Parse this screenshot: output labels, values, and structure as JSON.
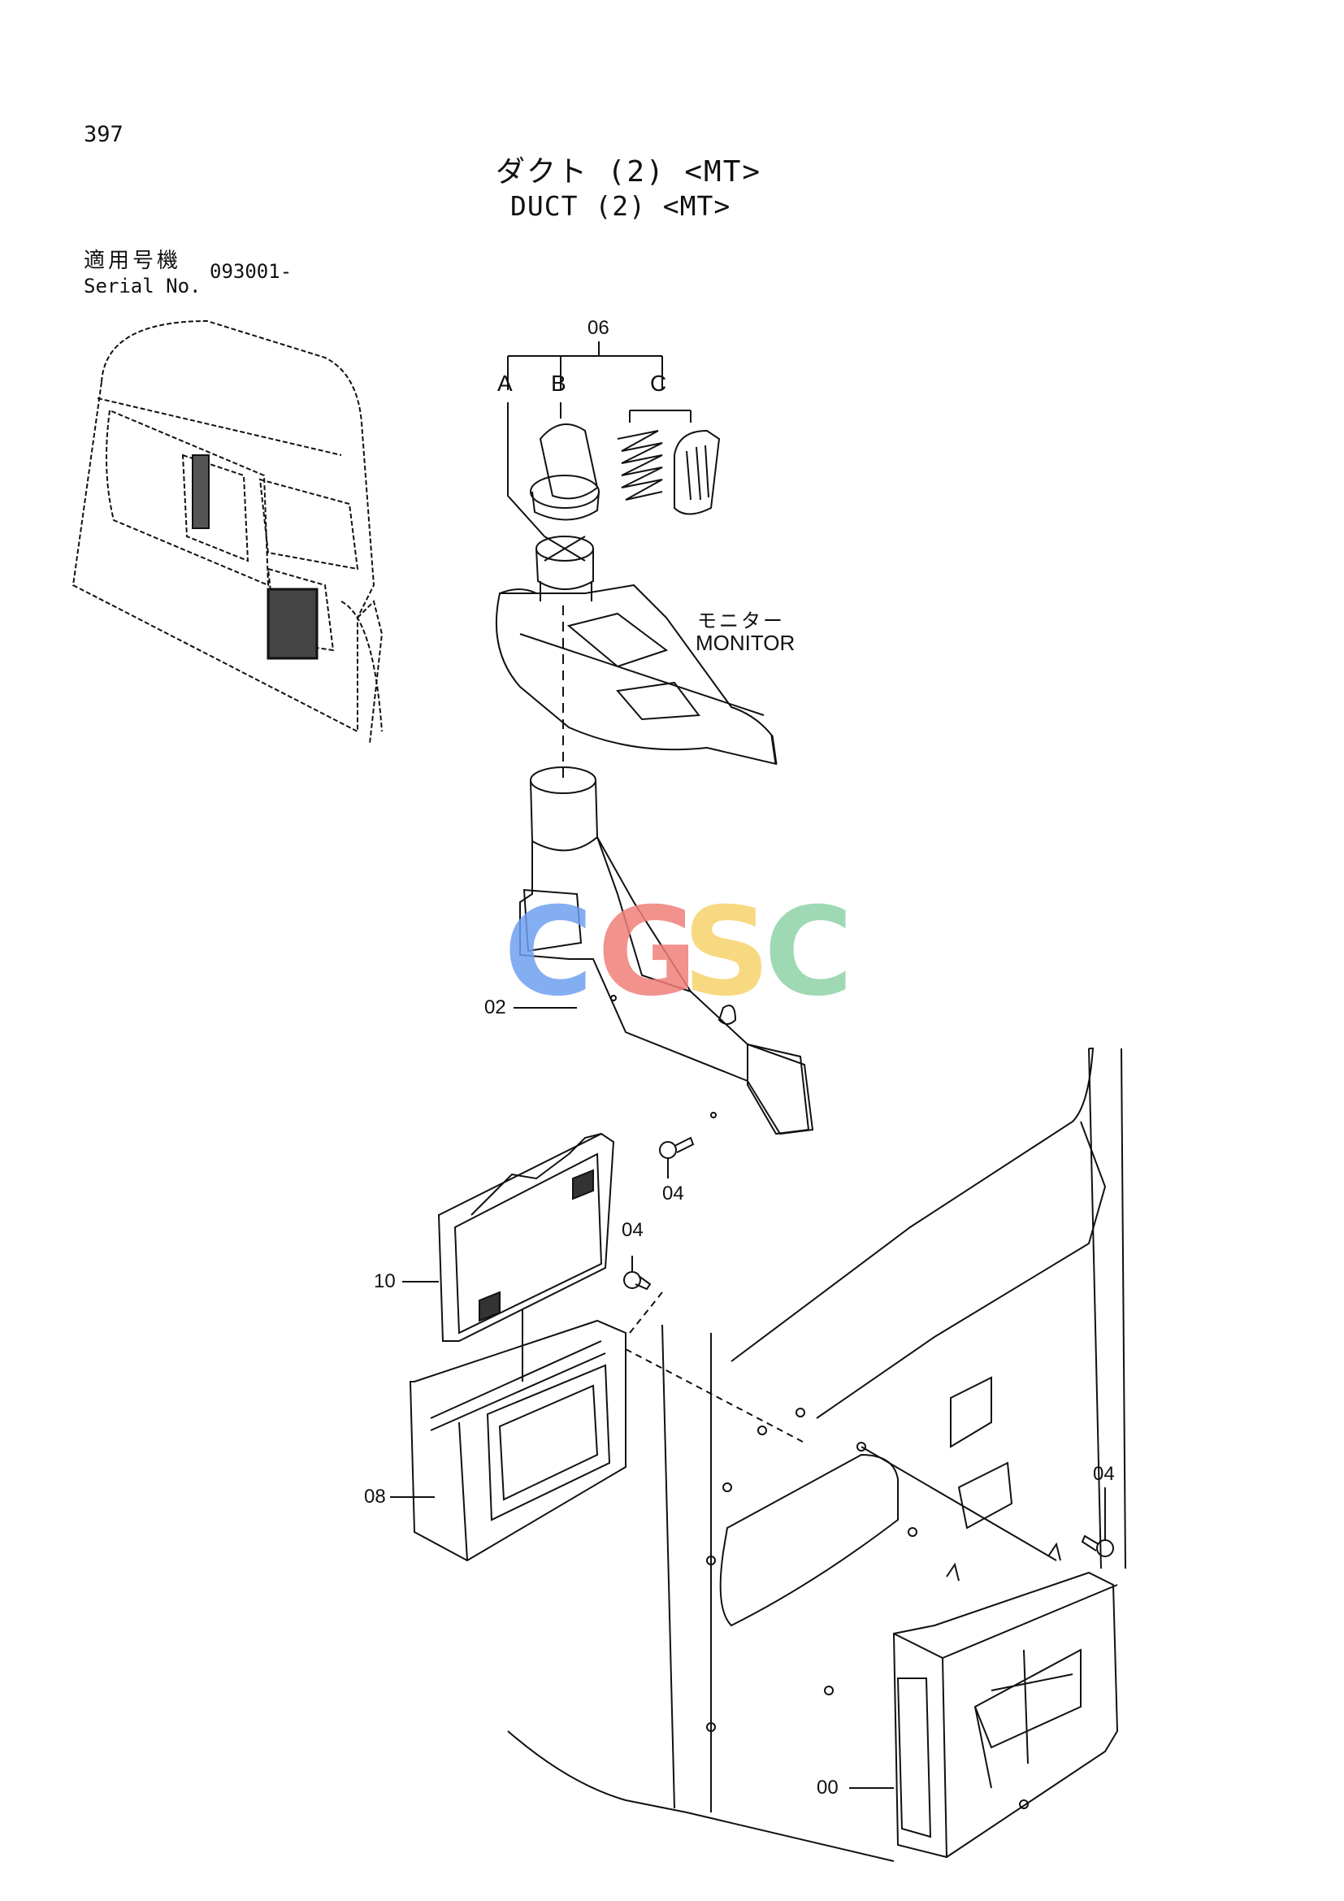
{
  "page_number": "397",
  "title_jp": "ダクト (2) <MT>",
  "title_en": "DUCT (2) <MT>",
  "serial": {
    "label_jp": "適用号機",
    "label_en": "Serial No.",
    "value": "093001-"
  },
  "callouts": {
    "c06": "06",
    "subA": "A",
    "subB": "B",
    "subC": "C",
    "c02": "02",
    "c04a": "04",
    "c04b": "04",
    "c04c": "04",
    "c10": "10",
    "c08": "08",
    "c00": "00"
  },
  "monitor": {
    "jp": "モニター",
    "en": "MONITOR"
  },
  "watermark": {
    "letters": [
      "C",
      "G",
      "S",
      "C"
    ],
    "colors": [
      "#6fa0f0",
      "#f07f7a",
      "#f6d36c",
      "#8fd3a8"
    ]
  }
}
